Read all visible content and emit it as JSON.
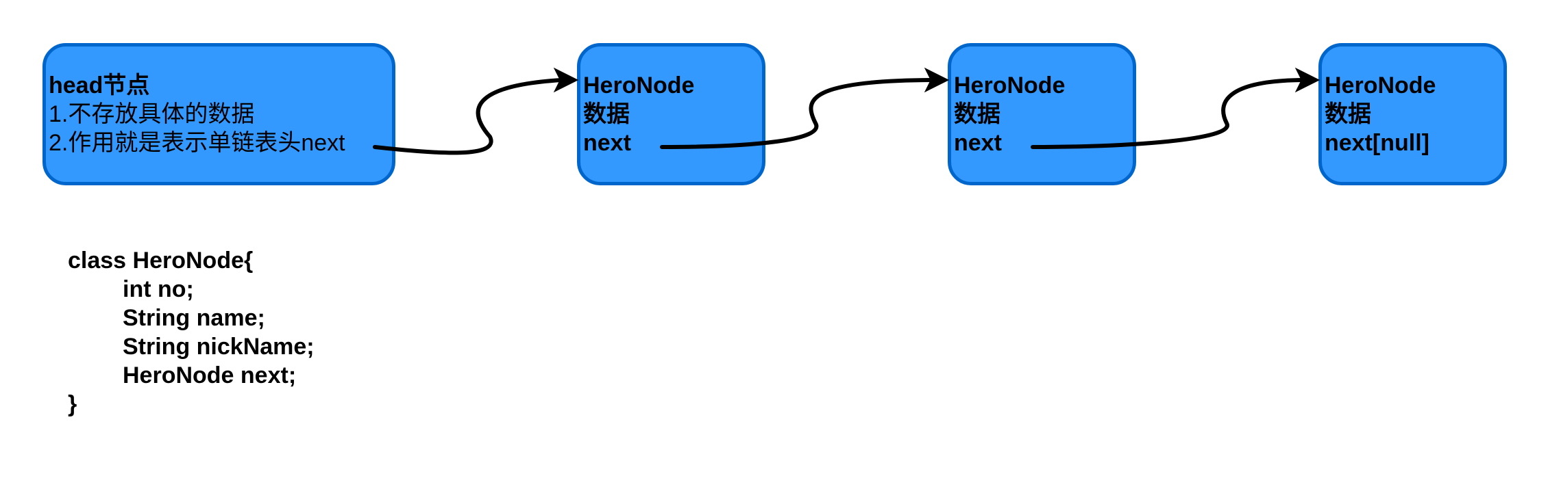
{
  "nodes": {
    "head": {
      "title": "head节点",
      "lines": [
        "1.不存放具体的数据",
        "2.作用就是表示单链表头next"
      ]
    },
    "node1": {
      "lines": [
        "HeroNode",
        "数据",
        "next"
      ]
    },
    "node2": {
      "lines": [
        "HeroNode",
        "数据",
        "next"
      ]
    },
    "node3": {
      "lines": [
        "HeroNode",
        "数据",
        "next[null]"
      ]
    }
  },
  "code": {
    "open": "class HeroNode{",
    "fields": [
      "int no;",
      "String name;",
      "String nickName;",
      "HeroNode next;"
    ],
    "close": "}"
  },
  "colors": {
    "node_fill": "#3399ff",
    "node_border": "#0066cc",
    "arrow": "#000000"
  }
}
